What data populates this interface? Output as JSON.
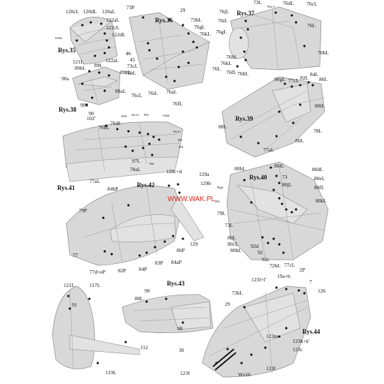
{
  "figures": [
    {
      "id": "rys35",
      "title": "Rys.35",
      "labels": [
        "120cL",
        "120dL",
        "120aL",
        "122aL",
        "122cL",
        "122dL",
        "120bL",
        "121L",
        "122aL"
      ]
    },
    {
      "id": "rys36",
      "title": "Rys.36",
      "labels": [
        "73P",
        "29",
        "73bL",
        "76gL",
        "76kL",
        "46",
        "45",
        "73cL",
        "76bL",
        "76cL",
        "76iL",
        "76aL",
        "76fL"
      ]
    },
    {
      "id": "rys37",
      "title": "Rys.37",
      "labels": [
        "73L",
        "78m+l",
        "76dL",
        "76cL",
        "76jL",
        "76iL",
        "76gL",
        "76L",
        "70bL",
        "76hL",
        "76kL",
        "76fL",
        "76bL",
        "76L"
      ]
    },
    {
      "id": "rys38",
      "title": "Rys.38",
      "labels": [
        "89bL",
        "89L",
        "89cL",
        "90a",
        "89aL",
        "90b",
        "90"
      ]
    },
    {
      "id": "rys39",
      "title": "Rys.39",
      "labels": [
        "80gL",
        "77cL",
        "82L",
        "84L",
        "86L",
        "80iL",
        "88L",
        "78L",
        "80L",
        "77aL"
      ]
    },
    {
      "id": "rys41",
      "title": "Rys.41",
      "labels": [
        "102'",
        "76bL",
        "76dL",
        "109L",
        "Wz14",
        "99L",
        "110bL",
        "Wz13",
        "100",
        "98L",
        "97L",
        "90b",
        "78aL",
        "77aL"
      ]
    },
    {
      "id": "rys42",
      "title": "Rys.42",
      "labels": [
        "128c+d",
        "129a",
        "129b",
        "84bP",
        "79P",
        "129",
        "86P",
        "84aP",
        "83P",
        "84P",
        "82P",
        "77",
        "77d+eP"
      ]
    },
    {
      "id": "rys40",
      "title": "Rys.40",
      "labels": [
        "80hL",
        "80lL",
        "80dL",
        "73",
        "80eL",
        "80jL",
        "80fL",
        "80gL",
        "80kL",
        "80L",
        "79L",
        "73L",
        "80L",
        "80cL",
        "92d",
        "80bL",
        "92",
        "92c",
        "72bL",
        "77cL"
      ]
    },
    {
      "id": "rys43",
      "title": "Rys.43",
      "labels": [
        "121L",
        "117L",
        "91",
        "88L",
        "90",
        "112",
        "119L",
        "90"
      ]
    },
    {
      "id": "rys44",
      "title": "Rys.44",
      "labels": [
        "123l+l'",
        "19a+b",
        "2P",
        "7",
        "73bL",
        "126",
        "29",
        "123k+k'",
        "123m",
        "123c",
        "30",
        "123f",
        "123l",
        "Wz16"
      ]
    }
  ],
  "watermark": "WWW.WAK.PL"
}
